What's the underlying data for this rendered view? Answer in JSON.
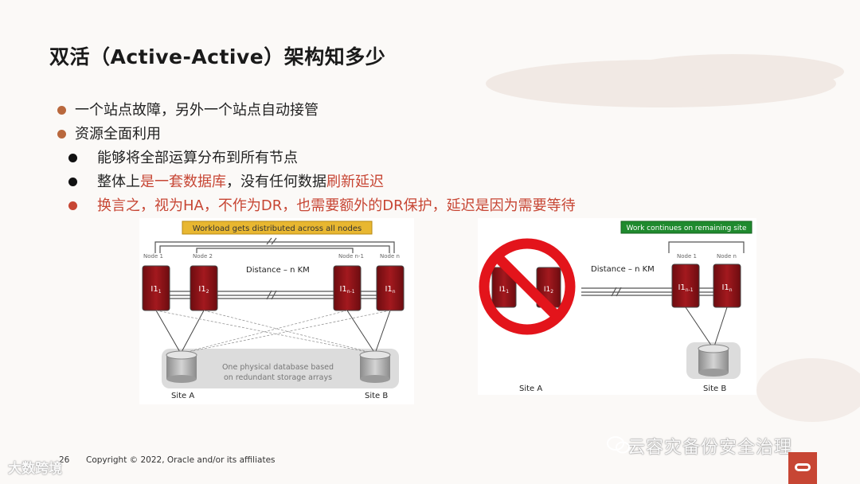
{
  "slide": {
    "title": "双活（Active-Active）架构知多少",
    "bullets": [
      {
        "text": "一个站点故障，另外一个站点自动接管"
      },
      {
        "text": "资源全面利用"
      }
    ],
    "sub_bullets": [
      {
        "text": "能够将全部运算分布到所有节点"
      },
      {
        "pre": "整体上",
        "hl1": "是一套数据库",
        "mid": "，没有任何数据",
        "hl2": "刷新延迟"
      },
      {
        "text": "换言之，视为HA，不作为DR，也需要额外的DR保护，延迟是因为需要等待"
      }
    ]
  },
  "diagram_a": {
    "banner": "Workload gets distributed across all nodes",
    "distance": "Distance – n KM",
    "node_labels": [
      "Node 1",
      "Node 2",
      "Node n-1",
      "Node n"
    ],
    "nodes": [
      {
        "base": "I1",
        "sub": "1"
      },
      {
        "base": "I1",
        "sub": "2"
      },
      {
        "base": "I1",
        "sub": "n-1"
      },
      {
        "base": "I1",
        "sub": "n"
      }
    ],
    "storage_note_1": "One physical database based",
    "storage_note_2": "on redundant storage arrays",
    "site_a": "Site A",
    "site_b": "Site B"
  },
  "diagram_b": {
    "banner": "Work continues on remaining site",
    "distance": "Distance – n KM",
    "node_labels": [
      "Node 1",
      "Node n"
    ],
    "nodes": [
      {
        "base": "I1",
        "sub": "1"
      },
      {
        "base": "I1",
        "sub": "2"
      },
      {
        "base": "I1",
        "sub": "n-1"
      },
      {
        "base": "I1",
        "sub": "n"
      }
    ],
    "site_a": "Site A",
    "site_b": "Site B"
  },
  "footer": {
    "page_number": "26",
    "copyright": "Copyright © 2022, Oracle and/or its affiliates"
  },
  "watermarks": {
    "left": "大数跨境",
    "right": "云容灾备份安全治理"
  },
  "colors": {
    "accent_red": "#c74634",
    "bullet_orange": "#b9683d",
    "banner_yellow": "#e8b731",
    "banner_green": "#1f8a2e",
    "node_red": "#8e1418"
  }
}
